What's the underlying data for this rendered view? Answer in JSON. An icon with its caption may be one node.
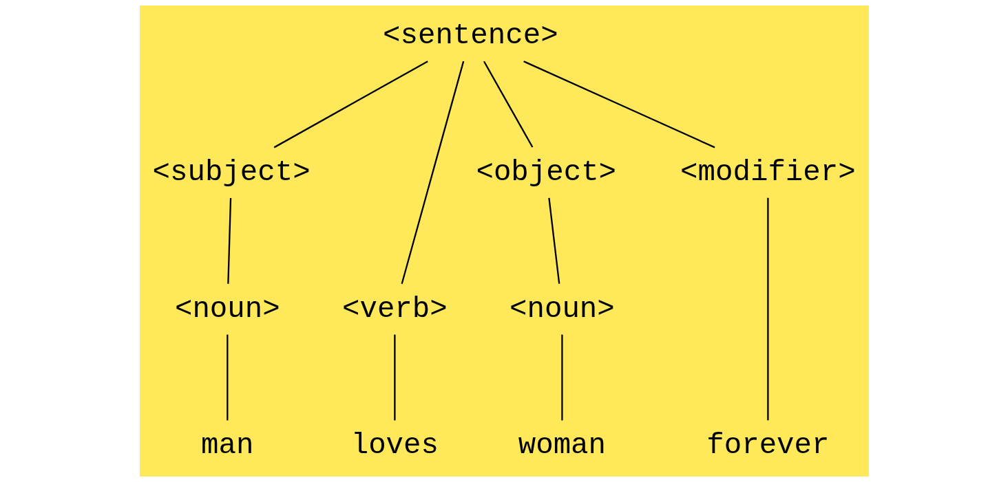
{
  "diagram": {
    "nodes": [
      {
        "text": [
          "<sentence>"
        ]
      },
      {
        "text": [
          "<subject>"
        ]
      },
      {
        "text": [
          "<verb>"
        ]
      },
      {
        "text": [
          "<object>"
        ]
      },
      {
        "text": [
          "<modifier>"
        ]
      },
      {
        "text": [
          "<noun>"
        ]
      },
      {
        "text": [
          "<noun>"
        ]
      },
      {
        "text": [
          "man"
        ]
      },
      {
        "text": [
          "loves"
        ]
      },
      {
        "text": [
          "woman"
        ]
      },
      {
        "text": [
          "forever"
        ]
      }
    ],
    "edges": [
      {
        "from": 0,
        "to": 1,
        "arrow": "none"
      },
      {
        "from": 0,
        "to": 2,
        "arrow": "none"
      },
      {
        "from": 0,
        "to": 3,
        "arrow": "none"
      },
      {
        "from": 0,
        "to": 4,
        "arrow": "none"
      },
      {
        "from": 1,
        "to": 5,
        "arrow": "none"
      },
      {
        "from": 3,
        "to": 6,
        "arrow": "none"
      },
      {
        "from": 5,
        "to": 7,
        "arrow": "none"
      },
      {
        "from": 2,
        "to": 8,
        "arrow": "none"
      },
      {
        "from": 6,
        "to": 9,
        "arrow": "none"
      },
      {
        "from": 4,
        "to": 10,
        "arrow": "none"
      }
    ]
  }
}
